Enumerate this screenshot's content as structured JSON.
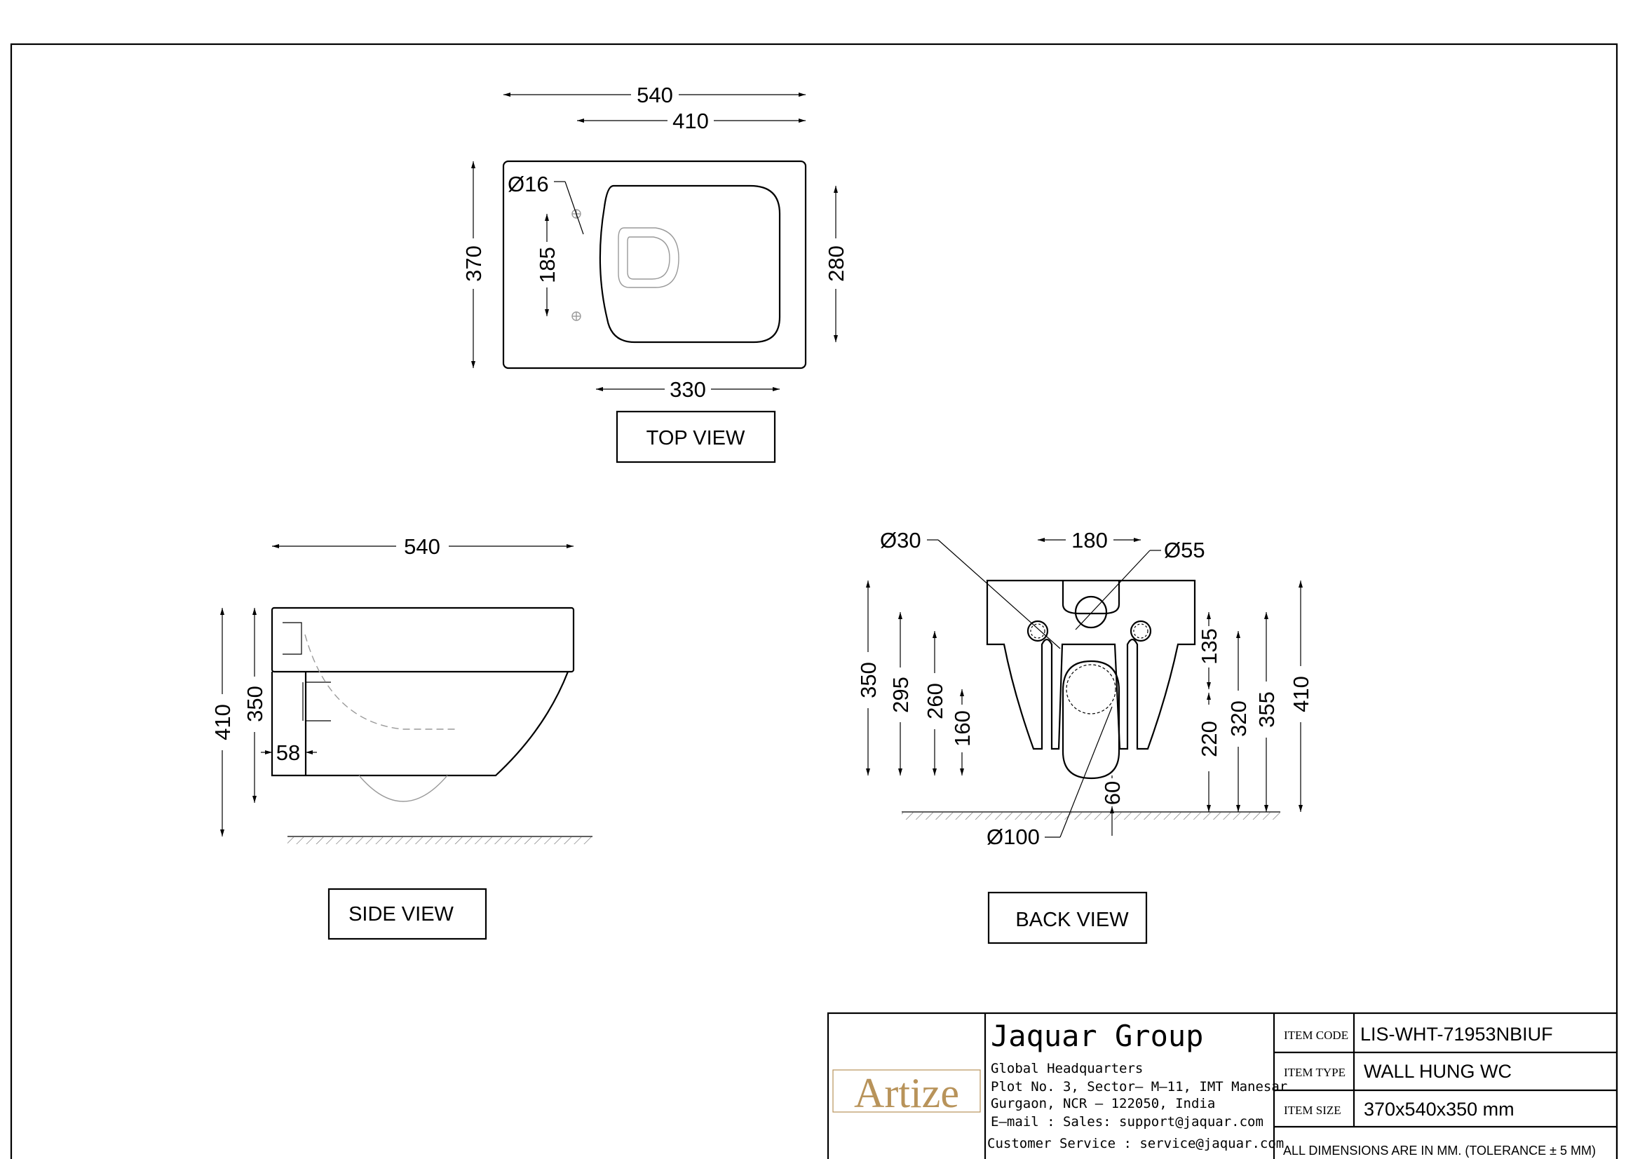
{
  "views": {
    "top": {
      "label": "TOP VIEW",
      "dims": {
        "length": "540",
        "inner_length": "410",
        "width": "370",
        "bolt_spacing": "185",
        "inner_width": "280",
        "rim_length": "330",
        "bolt_hole": "Ø16"
      }
    },
    "side": {
      "label": "SIDE VIEW",
      "dims": {
        "length": "540",
        "total_height": "410",
        "height": "350",
        "wall_offset": "58"
      }
    },
    "back": {
      "label": "BACK VIEW",
      "dims": {
        "fix_spacing": "180",
        "fix_hole": "Ø30",
        "inlet": "Ø55",
        "outlet": "Ø100",
        "h350": "350",
        "h295": "295",
        "h260": "260",
        "h160": "160",
        "h135": "135",
        "h220": "220",
        "h320": "320",
        "h355": "355",
        "h410": "410",
        "h60": "60"
      }
    }
  },
  "title_block": {
    "logo": "Artize",
    "company": "Jaquar Group",
    "address": [
      "Global Headquarters",
      "Plot No. 3, Sector– M–11, IMT Manesar",
      "Gurgaon, NCR – 122050, India",
      "E–mail : Sales: support@jaquar.com",
      "Customer Service : service@jaquar.com"
    ],
    "fields": [
      {
        "label": "ITEM CODE",
        "value": "LIS-WHT-71953NBIUF"
      },
      {
        "label": "ITEM TYPE",
        "value": "WALL HUNG WC"
      },
      {
        "label": "ITEM SIZE",
        "value": "370x540x350 mm"
      }
    ],
    "note": "ALL DIMENSIONS ARE IN MM. (TOLERANCE ± 5 MM)"
  },
  "colors": {
    "line": "#000000",
    "hidden_line": "#9a9a9a",
    "logo_gold": "#b8935a"
  }
}
